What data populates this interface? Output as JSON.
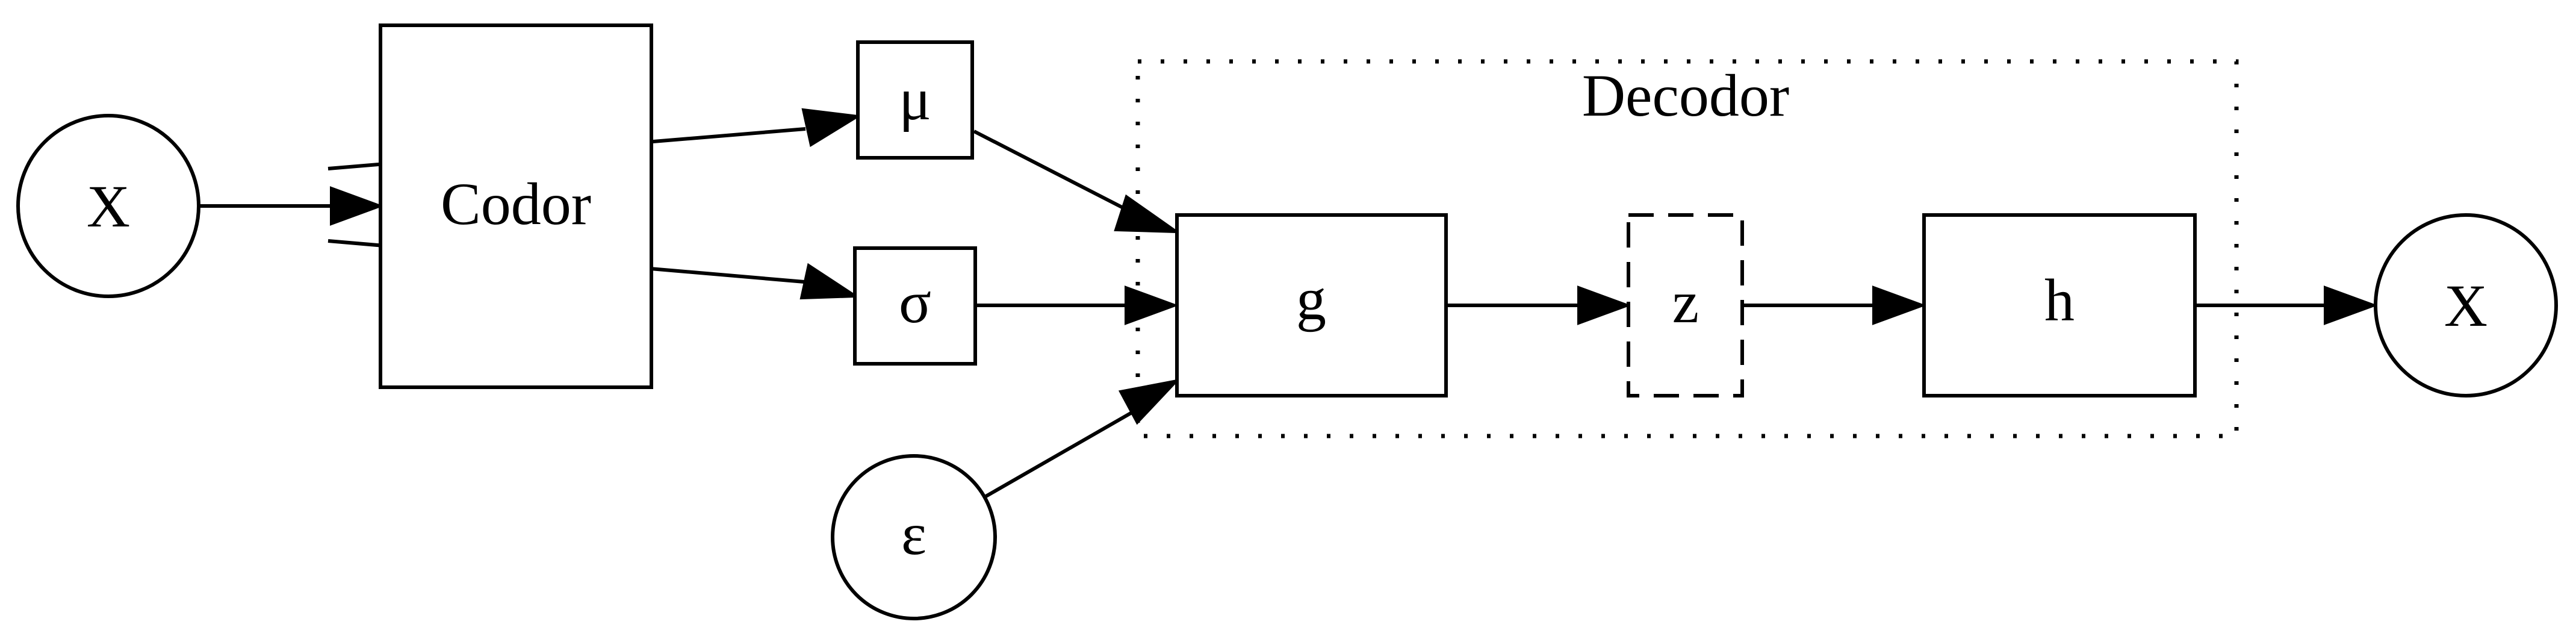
{
  "diagram": {
    "cluster": {
      "label": "Decodor"
    },
    "nodes": {
      "input_x": "X",
      "encoder": "Codor",
      "mu": "μ",
      "sigma": "σ",
      "epsilon": "ε",
      "g": "g",
      "z": "z",
      "h": "h",
      "output_x": "X"
    },
    "edges": [
      [
        "input_x",
        "encoder"
      ],
      [
        "encoder",
        "mu"
      ],
      [
        "encoder",
        "sigma"
      ],
      [
        "mu",
        "g"
      ],
      [
        "sigma",
        "g"
      ],
      [
        "epsilon",
        "g"
      ],
      [
        "g",
        "z"
      ],
      [
        "z",
        "h"
      ],
      [
        "h",
        "output_x"
      ]
    ]
  }
}
